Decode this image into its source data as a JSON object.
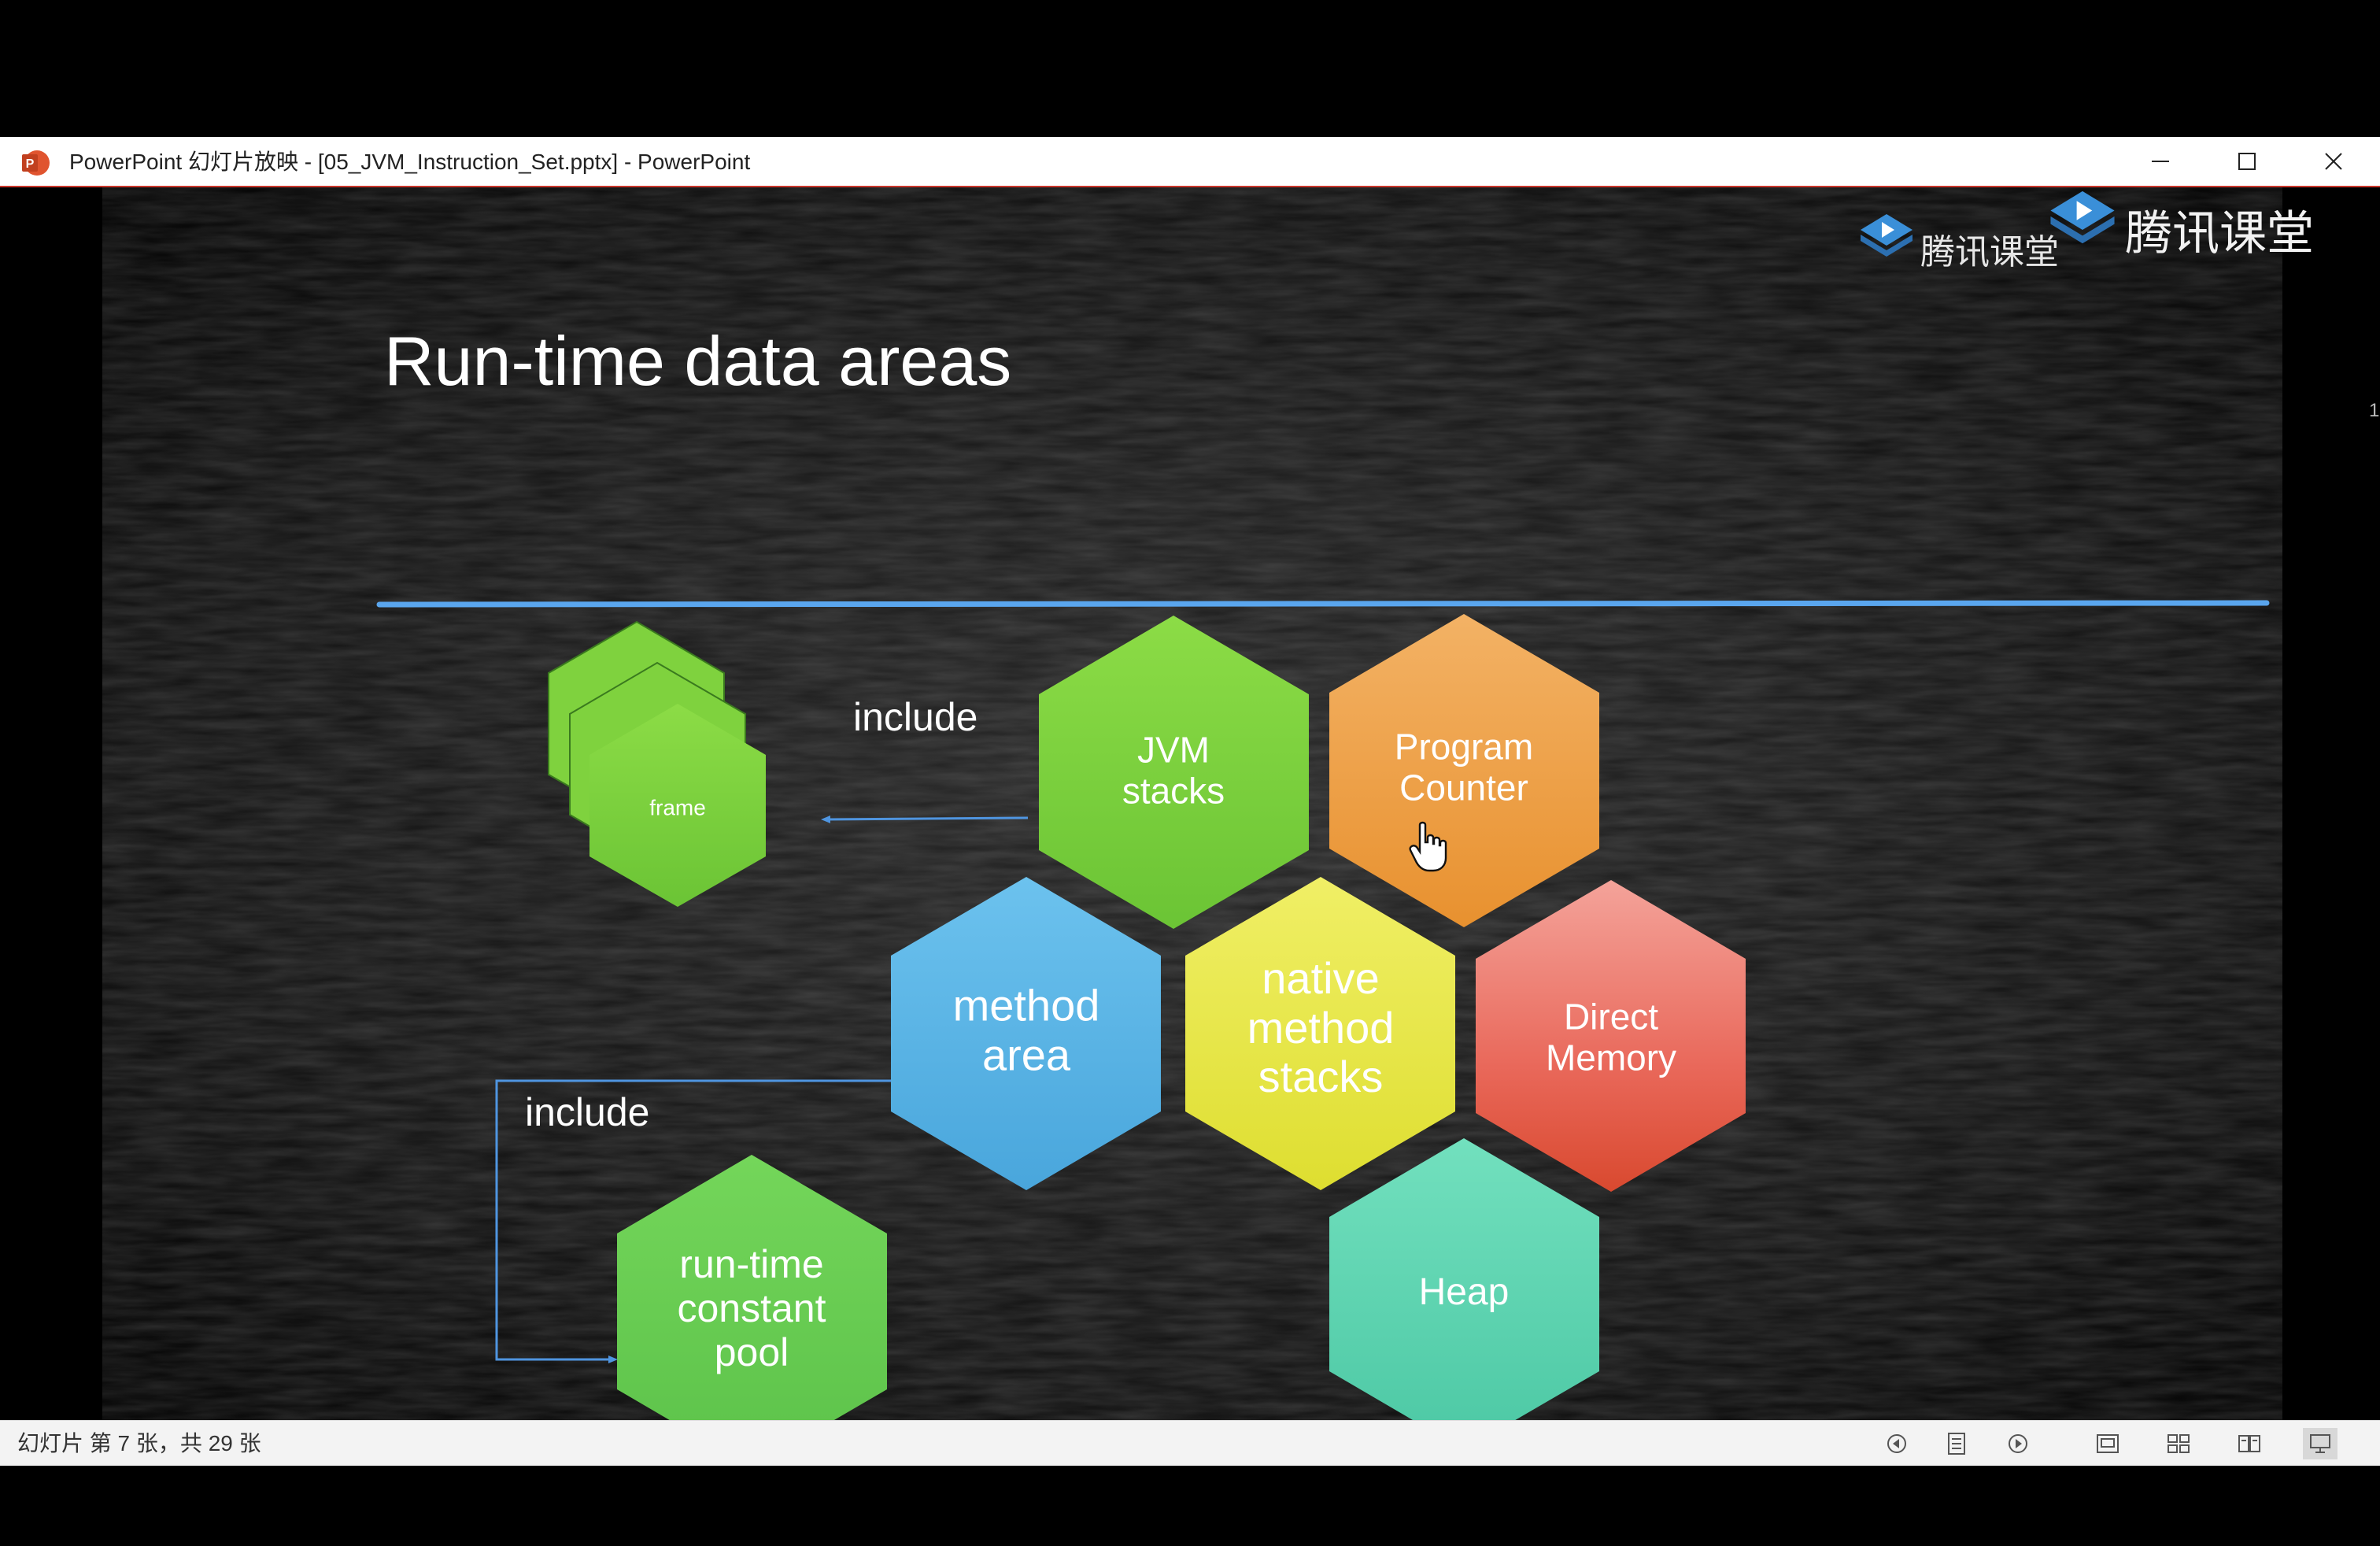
{
  "window": {
    "title": "PowerPoint 幻灯片放映 - [05_JVM_Instruction_Set.pptx] - PowerPoint",
    "app_icon": "powerpoint-icon",
    "controls": [
      "minimize-icon",
      "maximize-icon",
      "close-icon"
    ]
  },
  "watermark": {
    "brand": "腾讯课堂",
    "icon": "play-triangle-icon"
  },
  "slide": {
    "title": "Run-time data areas",
    "include_top": "include",
    "include_left": "include",
    "hexagons": {
      "frame": "frame",
      "jvm_stacks": "JVM\nstacks",
      "program_counter": "Program\nCounter",
      "method_area": "method\narea",
      "native_method_stacks": "native\nmethod\nstacks",
      "direct_memory": "Direct\nMemory",
      "heap": "Heap",
      "runtime_constant_pool": "run-time\nconstant\npool"
    },
    "scroll_marker": "1"
  },
  "statusbar": {
    "slide_counter": "幻灯片 第 7 张，共 29 张",
    "buttons": [
      "previous-icon",
      "notes-icon",
      "next-icon",
      "normal-view-icon",
      "slide-sorter-icon",
      "reading-view-icon",
      "slideshow-icon"
    ]
  },
  "colors": {
    "accent_red": "#c9362b",
    "green": "#7dd13b",
    "orange": "#f0a048",
    "blue": "#5bb6e6",
    "yellow": "#ecec4a",
    "coral": "#ec6e5a",
    "teal": "#5fd6b0",
    "divider_blue": "#5aa6ee"
  }
}
